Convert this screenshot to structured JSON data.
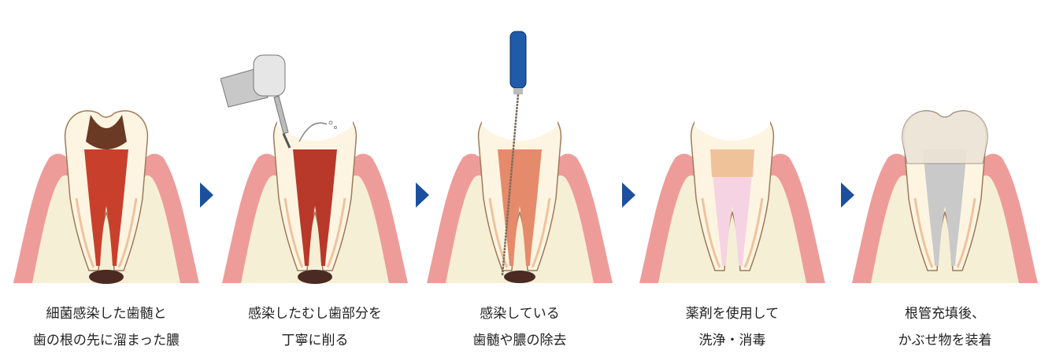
{
  "steps": [
    {
      "line1": "細菌感染した歯髄と",
      "line2": "歯の根の先に溜まった膿"
    },
    {
      "line1": "感染したむし歯部分を",
      "line2": "丁寧に削る"
    },
    {
      "line1": "感染している",
      "line2": "歯髄や膿の除去"
    },
    {
      "line1": "薬剤を使用して",
      "line2": "洗浄・消毒"
    },
    {
      "line1": "根管充填後、",
      "line2": "かぶせ物を装着"
    }
  ],
  "colors": {
    "arrow": "#1c4f9e",
    "gum": "#ee9c9a",
    "bone": "#f5efd6",
    "enamel": "#fdf5e2",
    "infected_pulp": "#c8402c",
    "pus": "#4a2a22",
    "file_handle": "#1f5ba8"
  }
}
